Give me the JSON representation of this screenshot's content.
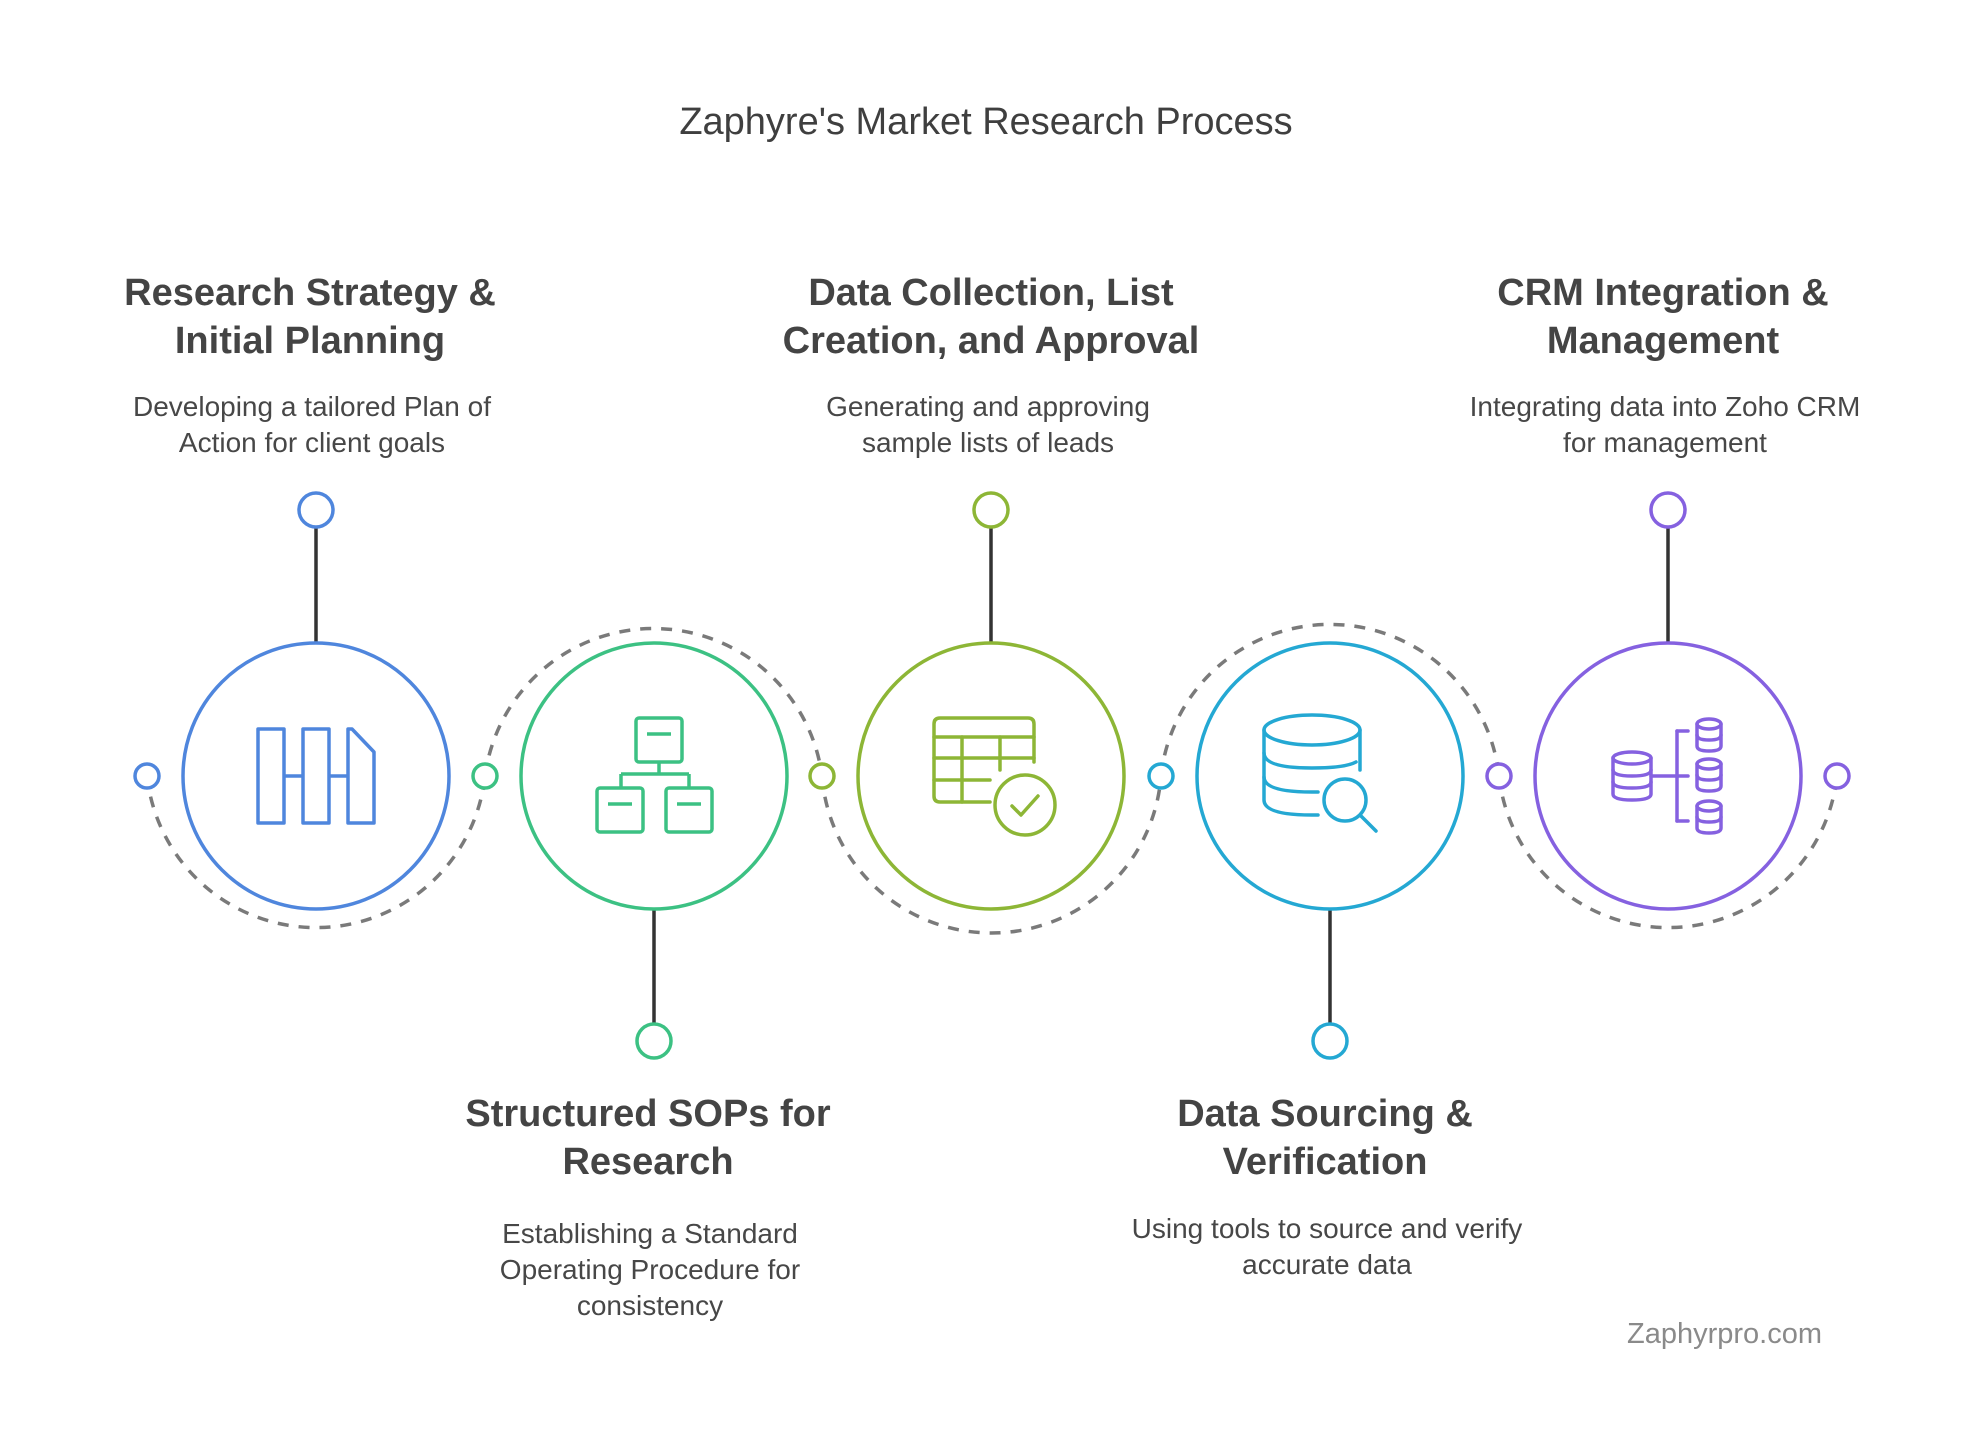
{
  "title": "Zaphyre's Market Research Process",
  "watermark": "Zaphyrpro.com",
  "steps": [
    {
      "heading": [
        "Research Strategy &",
        "Initial Planning"
      ],
      "description": [
        "Developing a tailored Plan of",
        "Action for client goals"
      ],
      "color": "#4f86dd",
      "icon": "kanban-columns-icon",
      "position": "top"
    },
    {
      "heading": [
        "Structured SOPs for",
        "Research"
      ],
      "description": [
        "Establishing a Standard",
        "Operating Procedure for",
        "consistency"
      ],
      "color": "#3cc183",
      "icon": "hierarchy-chart-icon",
      "position": "bottom"
    },
    {
      "heading": [
        "Data Collection, List",
        "Creation, and Approval"
      ],
      "description": [
        "Generating and approving",
        "sample lists of leads"
      ],
      "color": "#8db636",
      "icon": "table-check-icon",
      "position": "top"
    },
    {
      "heading": [
        "Data Sourcing &",
        "Verification"
      ],
      "description": [
        "Using tools to source and verify",
        "accurate data"
      ],
      "color": "#24a8d3",
      "icon": "database-search-icon",
      "position": "bottom"
    },
    {
      "heading": [
        "CRM Integration &",
        "Management"
      ],
      "description": [
        "Integrating data into Zoho CRM",
        "for management"
      ],
      "color": "#8561e0",
      "icon": "database-network-icon",
      "position": "top"
    }
  ]
}
